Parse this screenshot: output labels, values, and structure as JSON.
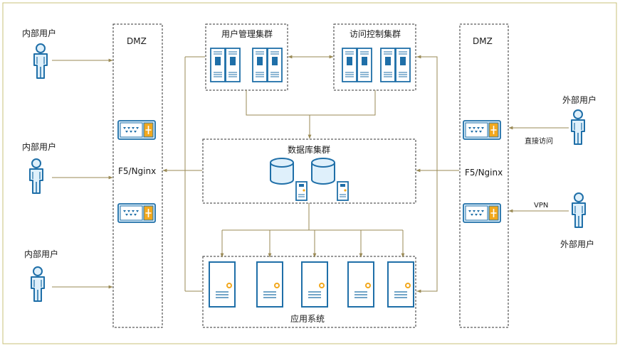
{
  "zones": {
    "dmz_left": "DMZ",
    "dmz_right": "DMZ"
  },
  "gateways": {
    "left": "F5/Nginx",
    "right": "F5/Nginx"
  },
  "clusters": {
    "user_mgmt": "用户管理集群",
    "access_ctrl": "访问控制集群",
    "database": "数据库集群",
    "app_system": "应用系统"
  },
  "users": {
    "internal": [
      "内部用户",
      "内部用户",
      "内部用户"
    ],
    "external": [
      "外部用户",
      "外部用户"
    ]
  },
  "links": {
    "direct": "直接访问",
    "vpn": "VPN"
  },
  "colors": {
    "frame": "#c8c27a",
    "connector": "#9a8a55",
    "icon_stroke": "#1f6fa8",
    "icon_fill": "#dff0fb",
    "accent": "#f2a81d"
  }
}
